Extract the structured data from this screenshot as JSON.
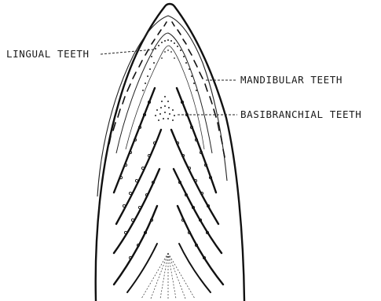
{
  "labels": {
    "lingual": "LINGUAL TEETH",
    "mandibular": "MANDIBULAR TEETH",
    "basibranchial": "BASIBRANCHIAL TEETH"
  },
  "colors": {
    "ink": "#1a1a1a",
    "background": "#ffffff"
  }
}
